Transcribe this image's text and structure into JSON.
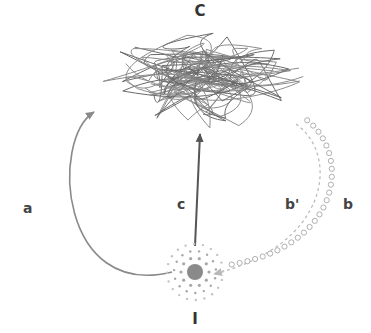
{
  "diagram": {
    "nodes": [
      {
        "text": [
          "C"
        ]
      },
      {
        "text": [
          "I"
        ]
      }
    ],
    "edges": [
      {
        "from": 1,
        "to": 0,
        "label": "a",
        "arrow": "to"
      },
      {
        "from": 1,
        "to": 0,
        "label": "c",
        "arrow": "to"
      },
      {
        "from": 0,
        "to": 1,
        "label": "b'",
        "arrow": "to"
      },
      {
        "from": 0,
        "to": 1,
        "label": "b",
        "arrow": "none"
      }
    ]
  }
}
